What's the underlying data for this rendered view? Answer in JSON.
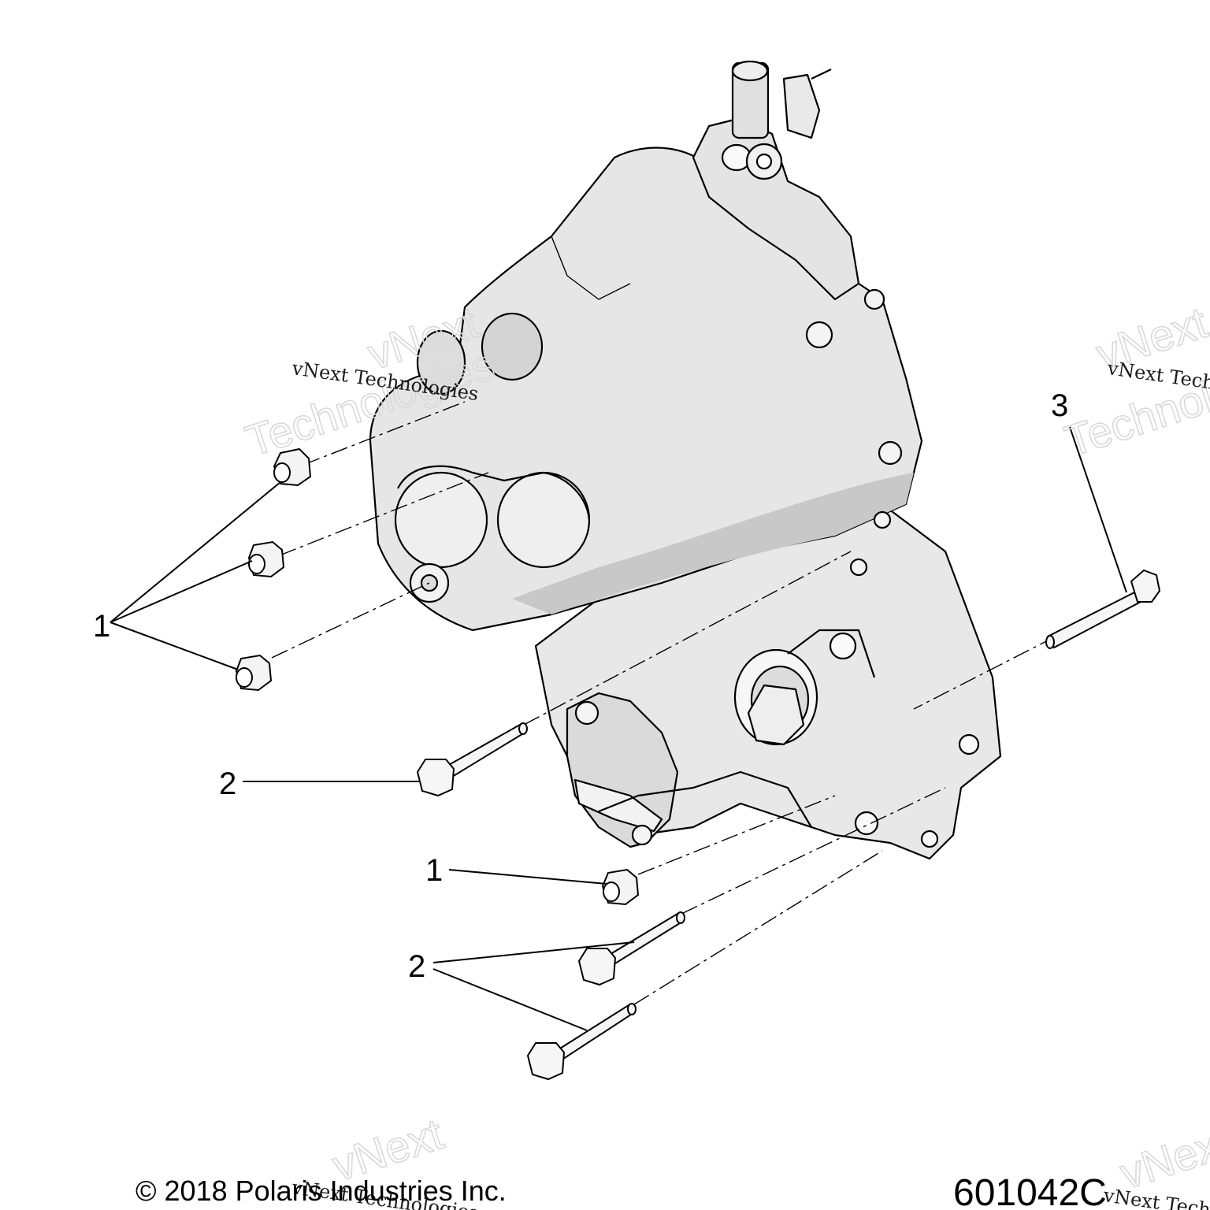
{
  "callouts": {
    "item1_top": "1",
    "item1_bottom": "1",
    "item2_mid": "2",
    "item2_bottom": "2",
    "item3": "3"
  },
  "watermark": {
    "small_text": "vNext Technologies",
    "large_line1": "vNext",
    "large_line2": "Technologies"
  },
  "footer": {
    "copyright": "© 2018 Polaris Industries Inc.",
    "figure_number": "601042C"
  },
  "colors": {
    "line": "#000000",
    "casting_fill": "#e6e6e6",
    "casting_shade": "#c8c8c8",
    "watermark_outline": "#d9d9d9"
  }
}
